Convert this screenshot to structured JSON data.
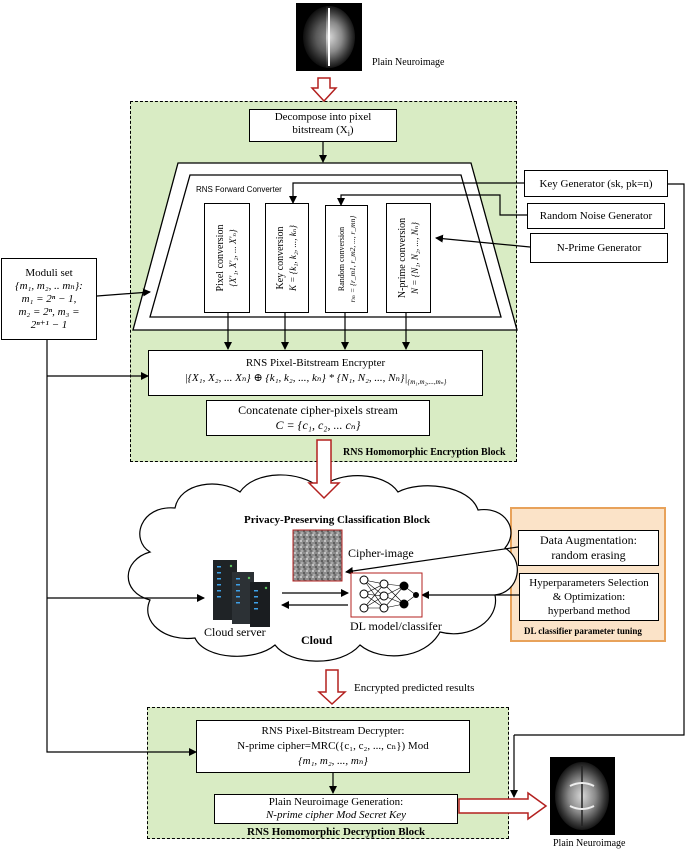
{
  "plain_input_label": "Plain Neuroimage",
  "plain_output_label": "Plain Neuroimage",
  "decompose": {
    "line1": "Decompose into pixel",
    "line2": "bitstream (X",
    "sub": "i",
    "close": ")"
  },
  "forward_converter_title": "RNS Forward Converter",
  "conversions": [
    {
      "title": "Pixel conversion",
      "formula": "{X'₁, X'₂, ... X'ₙ}"
    },
    {
      "title": "Key conversion",
      "formula": "K = {k₁, k₂, ..., kₙ}"
    },
    {
      "title": "Random conversion",
      "formula": "rₘ = {r_m1, r_m2, ..., r_mn}"
    },
    {
      "title": "N-prime conversion",
      "formula": "N = {N₁, N₂, ..., Nₙ}"
    }
  ],
  "generators": {
    "key": "Key Generator (sk, pk=n)",
    "noise": "Random Noise Generator",
    "nprime": "N-Prime Generator"
  },
  "moduli": {
    "title": "Moduli set",
    "line2": "{m₁, m₂, .. mₙ}:",
    "line3": "m₁ = 2ⁿ − 1,",
    "line4": "m₂ = 2ⁿ, m₃ =",
    "line5": "2ⁿ⁺¹ − 1"
  },
  "encrypter": {
    "title": "RNS Pixel-Bitstream Encrypter",
    "formula": "|{X₁, X₂, ... Xₙ} ⊕ {k₁, k₂, ..., kₙ} * {N₁, N₂, ..., Nₙ}|",
    "sub": "{m₁,m₂,...,mₙ}"
  },
  "concat": {
    "title": "Concatenate cipher-pixels stream",
    "formula": "C = {c₁, c₂, ... cₙ}"
  },
  "enc_block_label": "RNS Homomorphic Encryption Block",
  "cloud": {
    "title": "Privacy-Preserving Classification Block",
    "cipher_label": "Cipher-image",
    "server_label": "Cloud server",
    "model_label": "DL model/classifer",
    "cloud_label": "Cloud"
  },
  "tuning": {
    "aug_line1": "Data Augmentation:",
    "aug_line2": "random erasing",
    "hp_line1": "Hyperparameters Selection",
    "hp_line2": "& Optimization:",
    "hp_line3": "hyperband method",
    "block_label": "DL classifier parameter tuning"
  },
  "encrypted_results": "Encrypted predicted results",
  "decrypter": {
    "title": "RNS Pixel-Bitstream Decrypter:",
    "line2": "N-prime cipher=MRC({c₁, c₂, ..., cₙ}) Mod",
    "line3": "{m₁, m₂, ..., mₙ}"
  },
  "generation": {
    "line1": "Plain Neuroimage Generation:",
    "line2": "N-prime cipher Mod Secret Key"
  },
  "dec_block_label": "RNS Homomorphic Decryption Block",
  "colors": {
    "green_block": "#d9ecc4",
    "tuning_bg": "#fbe3c8",
    "tuning_border": "#e8a25a",
    "arrow_outline": "#b3201f"
  }
}
